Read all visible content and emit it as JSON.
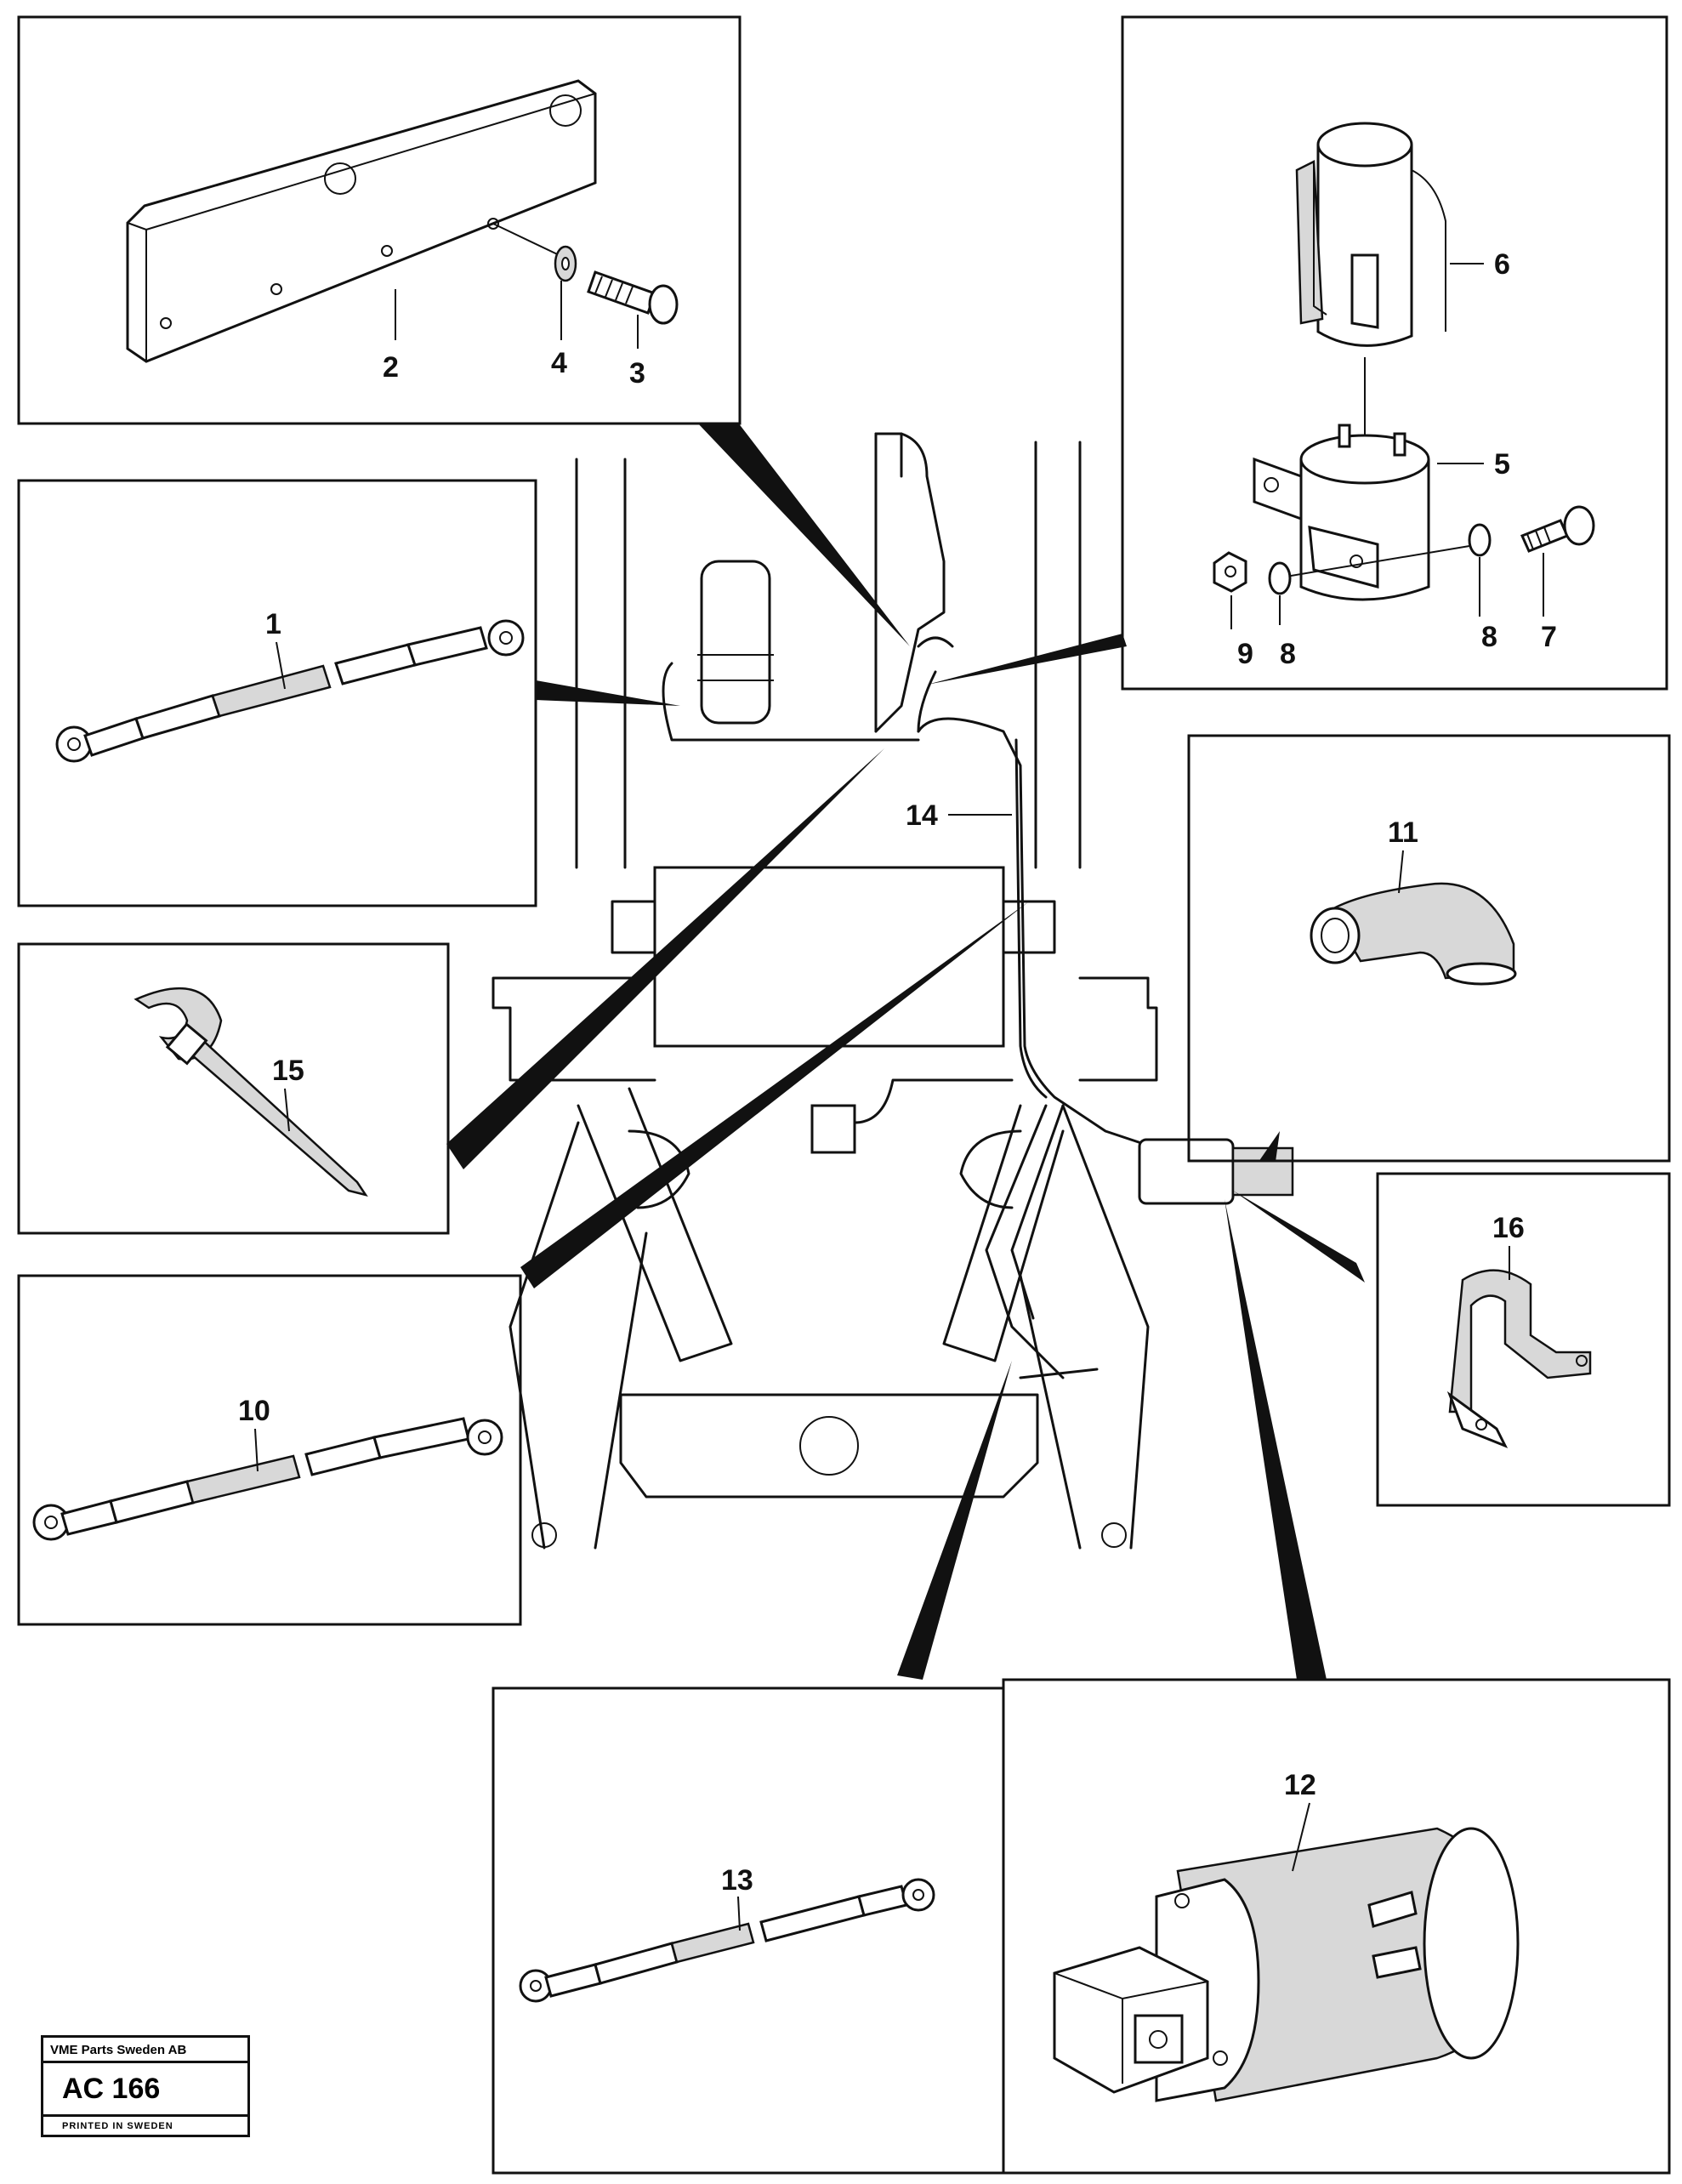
{
  "callouts": {
    "c1": "1",
    "c2": "2",
    "c3": "3",
    "c4": "4",
    "c5": "5",
    "c6": "6",
    "c7": "7",
    "c8a": "8",
    "c8b": "8",
    "c9": "9",
    "c10": "10",
    "c11": "11",
    "c12": "12",
    "c13": "13",
    "c14": "14",
    "c15": "15",
    "c16": "16"
  },
  "stamp": {
    "company": "VME Parts Sweden AB",
    "code": "AC 166",
    "printed": "PRINTED IN SWEDEN"
  },
  "icons": [
    "mounting-plate",
    "screw",
    "washer",
    "relay-cover",
    "relay",
    "nut",
    "cable",
    "rubber-elbow",
    "solenoid",
    "cable-tie",
    "hose-clamp",
    "wiring-harness",
    "machine-frame"
  ]
}
